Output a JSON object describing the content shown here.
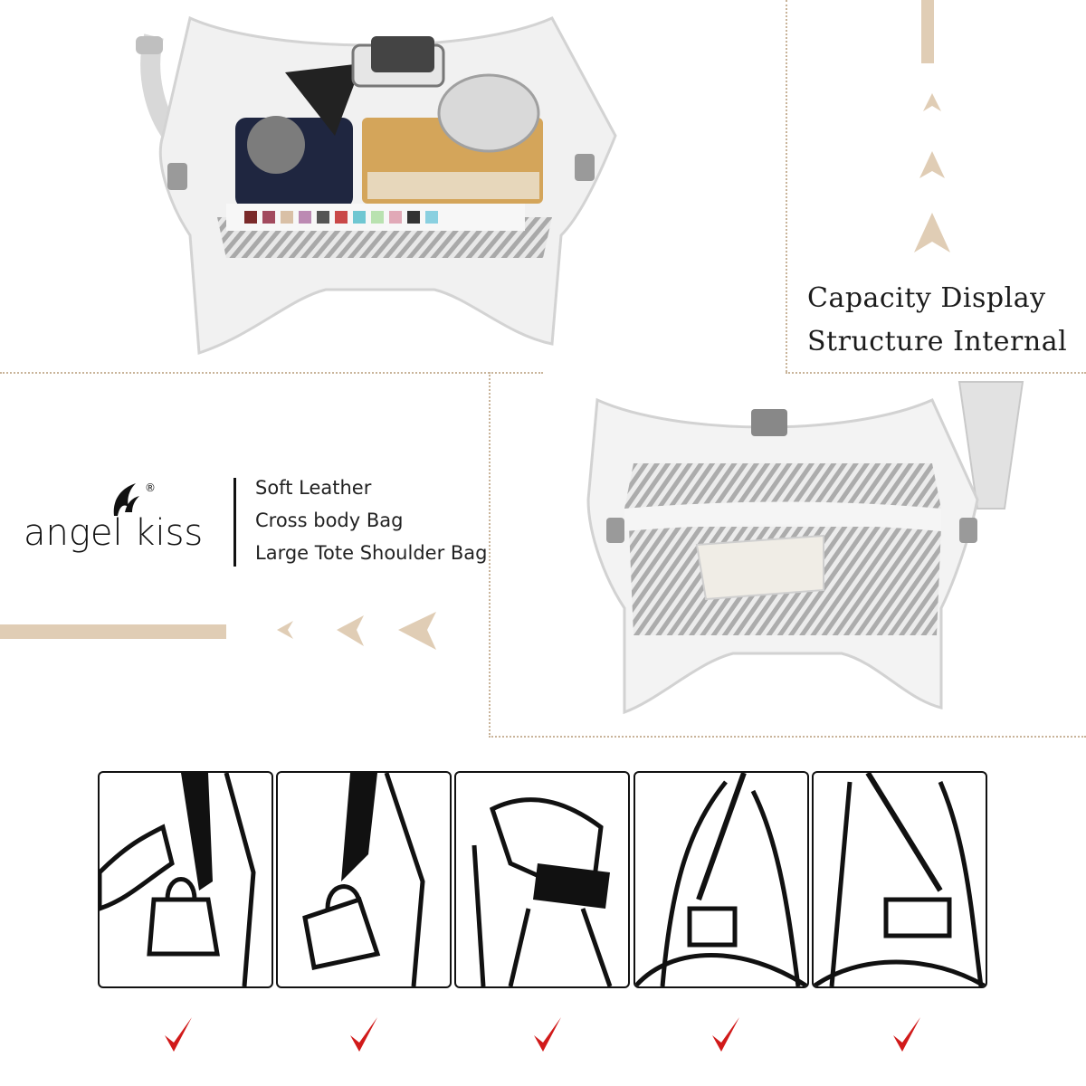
{
  "captions": {
    "line1": "Capacity Display",
    "line2": "Structure Internal"
  },
  "brand": {
    "logo_text": "angel kiss",
    "reg_mark": "®",
    "features": [
      "Soft Leather",
      "Cross body Bag",
      "Large Tote Shoulder Bag"
    ]
  },
  "carry_modes": [
    {
      "name": "hand-carry",
      "checked": true
    },
    {
      "name": "hand-carry-low",
      "checked": true
    },
    {
      "name": "shoulder-carry",
      "checked": true
    },
    {
      "name": "crossbody-front",
      "checked": true
    },
    {
      "name": "crossbody-side",
      "checked": true
    }
  ],
  "colors": {
    "accent_tan": "#e0cdb5",
    "divider": "#c9b49a",
    "check_red": "#d11a1a"
  },
  "icons": [
    "arrow-up-icon",
    "arrow-left-icon",
    "checkmark-icon",
    "shopping-bag-photo"
  ]
}
